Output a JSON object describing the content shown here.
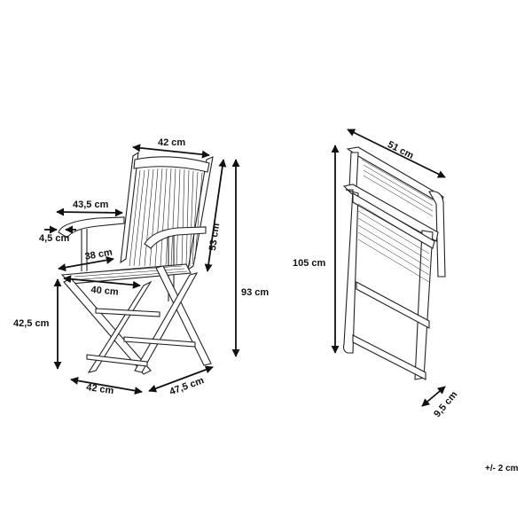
{
  "diagram": {
    "subject": "Folding armchair dimensions",
    "unfolded_chair": {
      "dimensions": {
        "backrest_width": "42 cm",
        "armrest_length": "43,5 cm",
        "armrest_width": "4,5 cm",
        "seat_depth": "38 cm",
        "seat_width": "40 cm",
        "backrest_height": "53 cm",
        "total_height": "93 cm",
        "seat_height": "42,5 cm",
        "base_width": "42 cm",
        "base_depth": "47,5 cm"
      }
    },
    "folded_chair": {
      "dimensions": {
        "folded_width": "51 cm",
        "folded_height": "105 cm",
        "folded_depth": "9,5 cm"
      }
    },
    "tolerance": "+/- 2 cm",
    "colors": {
      "line": "#111111",
      "background": "#ffffff"
    }
  }
}
